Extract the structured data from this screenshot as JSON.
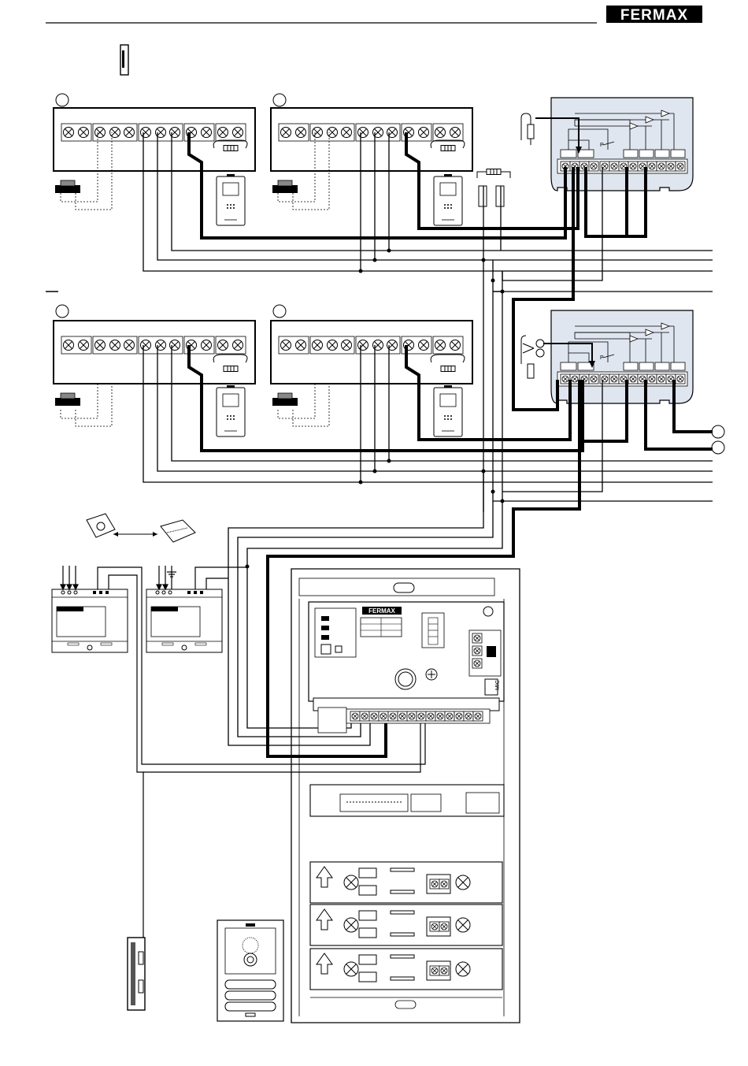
{
  "brand": {
    "name": "FERMAX",
    "color": "#000000",
    "text_color": "#ffffff"
  },
  "panel": {
    "brand": "FERMAX",
    "mic_label": "MIC"
  },
  "colors": {
    "line": "#000000",
    "paper": "#ffffff",
    "distributor_fill": "#dfe6f0"
  },
  "icons": [
    "door-lock-icon",
    "monitor-icon",
    "push-button-icon",
    "terminal-screw-icon",
    "scissors-icon",
    "resistor-icon",
    "power-supply-icon",
    "camera-icon"
  ]
}
